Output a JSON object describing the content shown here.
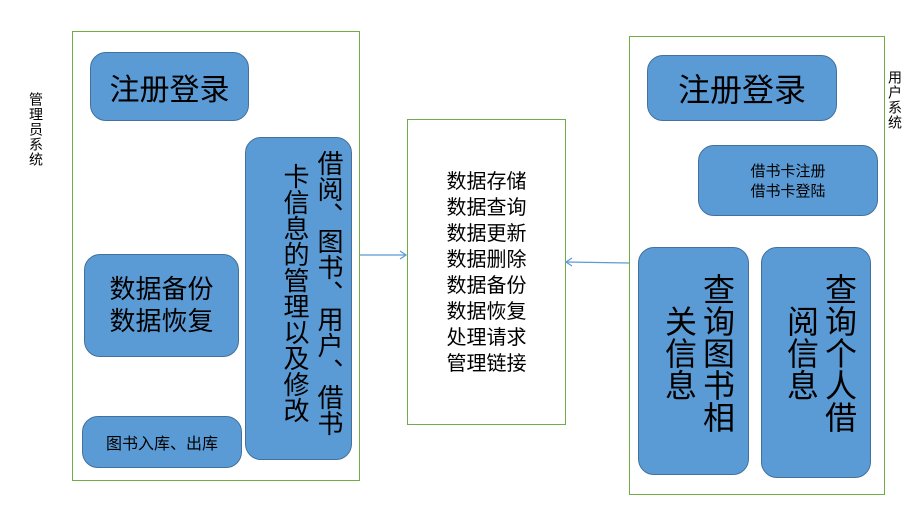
{
  "colors": {
    "container_border": "#70AD47",
    "node_fill": "#5B9BD5",
    "node_border": "#41719C",
    "arrow": "#5B9BD5"
  },
  "admin_system": {
    "label": "管理员系统",
    "register_login": "注册登录",
    "backup_restore": [
      "数据备份",
      "数据恢复"
    ],
    "stock_in_out": "图书入库、出库",
    "manage_info": "借阅、图书、用户、借书卡信息的管理以及修改"
  },
  "server": {
    "functions": [
      "数据存储",
      "数据查询",
      "数据更新",
      "数据删除",
      "数据备份",
      "数据恢复",
      "处理请求",
      "管理链接"
    ]
  },
  "user_system": {
    "label": "用户系统",
    "register_login": "注册登录",
    "card_functions": [
      "借书卡注册",
      "借书卡登陆"
    ],
    "query_book": "查询图书相关信息",
    "query_borrow": "查询个人借阅信息"
  },
  "connections": [
    {
      "from": "admin_system",
      "to": "server"
    },
    {
      "from": "user_system",
      "to": "server"
    }
  ]
}
